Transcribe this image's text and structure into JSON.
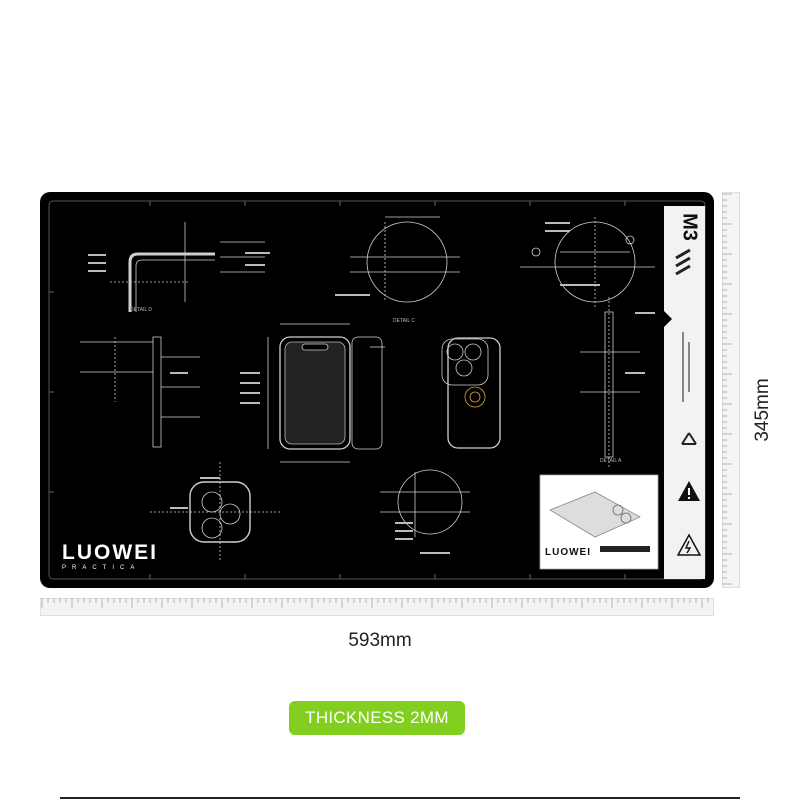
{
  "product": {
    "brand": "LUOWEI",
    "brand_sub": "PRACTICA",
    "model": "M3",
    "colors": {
      "mat": "#000000",
      "panel": "#f2f2f2",
      "accent": "#82cf1f"
    }
  },
  "dimensions": {
    "width_label": "593mm",
    "height_label": "345mm"
  },
  "badge": {
    "label": "THICKNESS 2MM"
  },
  "labels": {
    "detail_a": "DETAIL A",
    "detail_c": "DETAIL C",
    "detail_d": "DETAIL D"
  },
  "icons": [
    "recycle-icon",
    "warning-icon",
    "caution-icon"
  ]
}
